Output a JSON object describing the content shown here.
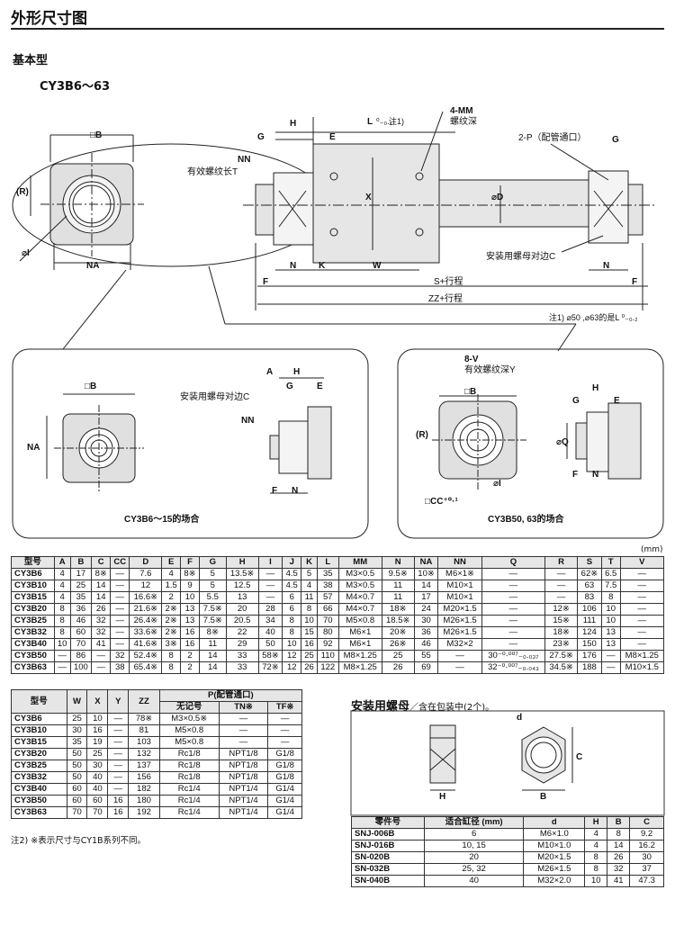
{
  "page": {
    "heading": "外形尺寸图",
    "subheading": "基本型",
    "model_title": "CY3B6～63",
    "unit": "(mm)",
    "note2": "注2) ※表示尺寸与CY1B系列不同。",
    "note1": "注1) ⌀50 ,⌀63的是L ⁰₋₀.₂"
  },
  "drawing": {
    "labels": {
      "B": "□B",
      "H": "H",
      "L": "L",
      "L_tol": "⁰₋₀.₁",
      "L_note": "注1)",
      "MM": "4-MM",
      "MM_sub": "螺纹深",
      "P": "2-P（配管通口）",
      "G": "G",
      "E": "E",
      "NN": "NN",
      "NN_sub": "有效螺纹长T",
      "R": "(R)",
      "I": "⌀I",
      "NA": "NA",
      "X": "X",
      "D": "⌀D",
      "N": "N",
      "K": "K",
      "W": "W",
      "F": "F",
      "S": "S+行程",
      "ZZ": "ZZ+行程",
      "nut_c": "安装用螺母对边C",
      "A": "A",
      "V": "8-V",
      "V_sub": "有效螺纹深Y",
      "CC": "□CC⁺⁰·¹",
      "Q": "⌀Q",
      "caption_small": "CY3B6～15的场合",
      "caption_large": "CY3B50, 63的场合"
    }
  },
  "table1": {
    "headers": [
      "型号",
      "A",
      "B",
      "C",
      "CC",
      "D",
      "E",
      "F",
      "G",
      "H",
      "I",
      "J",
      "K",
      "L",
      "MM",
      "N",
      "NA",
      "NN",
      "Q",
      "R",
      "S",
      "T",
      "V"
    ],
    "rows": [
      [
        "CY3B6",
        "4",
        "17",
        "8※",
        "—",
        "7.6",
        "4",
        "8※",
        "5",
        "13.5※",
        "—",
        "4.5",
        "5",
        "35",
        "M3×0.5",
        "9.5※",
        "10※",
        "M6×1※",
        "—",
        "—",
        "62※",
        "6.5",
        "—"
      ],
      [
        "CY3B10",
        "4",
        "25",
        "14",
        "—",
        "12",
        "1.5",
        "9",
        "5",
        "12.5",
        "—",
        "4.5",
        "4",
        "38",
        "M3×0.5",
        "11",
        "14",
        "M10×1",
        "—",
        "—",
        "63",
        "7.5",
        "—"
      ],
      [
        "CY3B15",
        "4",
        "35",
        "14",
        "—",
        "16.6※",
        "2",
        "10",
        "5.5",
        "13",
        "—",
        "6",
        "11",
        "57",
        "M4×0.7",
        "11",
        "17",
        "M10×1",
        "—",
        "—",
        "83",
        "8",
        "—"
      ],
      [
        "CY3B20",
        "8",
        "36",
        "26",
        "—",
        "21.6※",
        "2※",
        "13",
        "7.5※",
        "20",
        "28",
        "6",
        "8",
        "66",
        "M4×0.7",
        "18※",
        "24",
        "M20×1.5",
        "—",
        "12※",
        "106",
        "10",
        "—"
      ],
      [
        "CY3B25",
        "8",
        "46",
        "32",
        "—",
        "26.4※",
        "2※",
        "13",
        "7.5※",
        "20.5",
        "34",
        "8",
        "10",
        "70",
        "M5×0.8",
        "18.5※",
        "30",
        "M26×1.5",
        "—",
        "15※",
        "111",
        "10",
        "—"
      ],
      [
        "CY3B32",
        "8",
        "60",
        "32",
        "—",
        "33.6※",
        "2※",
        "16",
        "8※",
        "22",
        "40",
        "8",
        "15",
        "80",
        "M6×1",
        "20※",
        "36",
        "M26×1.5",
        "—",
        "18※",
        "124",
        "13",
        "—"
      ],
      [
        "CY3B40",
        "10",
        "70",
        "41",
        "—",
        "41.6※",
        "3※",
        "16",
        "11",
        "29",
        "50",
        "10",
        "16",
        "92",
        "M6×1",
        "26※",
        "46",
        "M32×2",
        "—",
        "23※",
        "150",
        "13",
        "—"
      ],
      [
        "CY3B50",
        "—",
        "86",
        "—",
        "32",
        "52.4※",
        "8",
        "2",
        "14",
        "33",
        "58※",
        "12",
        "25",
        "110",
        "M8×1.25",
        "25",
        "55",
        "—",
        "30⁻⁰·⁰⁰⁷₋₀.₀₃₇",
        "27.5※",
        "176",
        "—",
        "M8×1.25"
      ],
      [
        "CY3B63",
        "—",
        "100",
        "—",
        "38",
        "65.4※",
        "8",
        "2",
        "14",
        "33",
        "72※",
        "12",
        "26",
        "122",
        "M8×1.25",
        "26",
        "69",
        "—",
        "32⁻⁰·⁰⁰⁷₋₀.₀₄₃",
        "34.5※",
        "188",
        "—",
        "M10×1.5"
      ]
    ]
  },
  "table2": {
    "headers": [
      "型号",
      "W",
      "X",
      "Y",
      "ZZ"
    ],
    "p_header": "P(配管通口)",
    "p_sub": [
      "无记号",
      "TN※",
      "TF※"
    ],
    "rows": [
      [
        "CY3B6",
        "25",
        "10",
        "—",
        "78※",
        "M3×0.5※",
        "—",
        "—"
      ],
      [
        "CY3B10",
        "30",
        "16",
        "—",
        "81",
        "M5×0.8",
        "—",
        "—"
      ],
      [
        "CY3B15",
        "35",
        "19",
        "—",
        "103",
        "M5×0.8",
        "—",
        "—"
      ],
      [
        "CY3B20",
        "50",
        "25",
        "—",
        "132",
        "Rc1/8",
        "NPT1/8",
        "G1/8"
      ],
      [
        "CY3B25",
        "50",
        "30",
        "—",
        "137",
        "Rc1/8",
        "NPT1/8",
        "G1/8"
      ],
      [
        "CY3B32",
        "50",
        "40",
        "—",
        "156",
        "Rc1/8",
        "NPT1/8",
        "G1/8"
      ],
      [
        "CY3B40",
        "60",
        "40",
        "—",
        "182",
        "Rc1/4",
        "NPT1/4",
        "G1/4"
      ],
      [
        "CY3B50",
        "60",
        "60",
        "16",
        "180",
        "Rc1/4",
        "NPT1/4",
        "G1/4"
      ],
      [
        "CY3B63",
        "70",
        "70",
        "16",
        "192",
        "Rc1/4",
        "NPT1/4",
        "G1/4"
      ]
    ]
  },
  "nut": {
    "title": "安装用螺母",
    "subtitle": "／含在包装中(2个)。",
    "labels": {
      "d": "d",
      "H": "H",
      "B": "B",
      "C": "C"
    },
    "headers": [
      "零件号",
      "适合缸径 (mm)",
      "d",
      "H",
      "B",
      "C"
    ],
    "rows": [
      [
        "SNJ-006B",
        "6",
        "M6×1.0",
        "4",
        "8",
        "9.2"
      ],
      [
        "SNJ-016B",
        "10, 15",
        "M10×1.0",
        "4",
        "14",
        "16.2"
      ],
      [
        "SN-020B",
        "20",
        "M20×1.5",
        "8",
        "26",
        "30"
      ],
      [
        "SN-032B",
        "25, 32",
        "M26×1.5",
        "8",
        "32",
        "37"
      ],
      [
        "SN-040B",
        "40",
        "M32×2.0",
        "10",
        "41",
        "47.3"
      ]
    ]
  }
}
